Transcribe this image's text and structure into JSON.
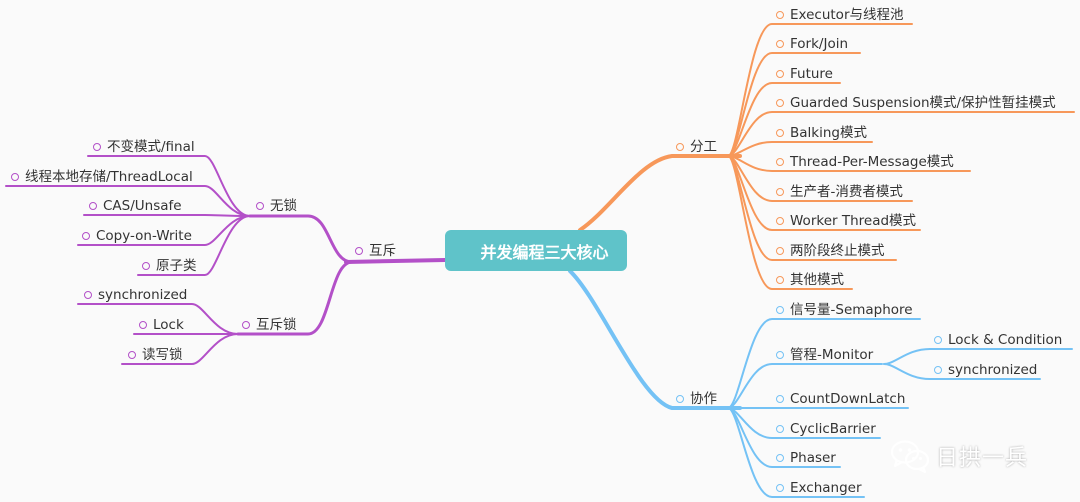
{
  "root": {
    "label": "并发编程三大核心"
  },
  "colors": {
    "orange": "#f7985a",
    "blue": "#74c2f5",
    "purple": "#b350c8",
    "root": "#5fc3c9"
  },
  "branches": {
    "fengong": {
      "label": "分工",
      "children": [
        "Executor与线程池",
        "Fork/Join",
        "Future",
        "Guarded Suspension模式/保护性暂挂模式",
        "Balking模式",
        "Thread-Per-Message模式",
        "生产者-消费者模式",
        "Worker Thread模式",
        "两阶段终止模式",
        "其他模式"
      ]
    },
    "xiezuo": {
      "label": "协作",
      "children": [
        {
          "label": "信号量-Semaphore"
        },
        {
          "label": "管程-Monitor",
          "children": [
            "Lock & Condition",
            "synchronized"
          ]
        },
        {
          "label": "CountDownLatch"
        },
        {
          "label": "CyclicBarrier"
        },
        {
          "label": "Phaser"
        },
        {
          "label": "Exchanger"
        }
      ]
    },
    "huchi": {
      "label": "互斥",
      "wusuo": {
        "label": "无锁",
        "children": [
          "不变模式/final",
          "线程本地存储/ThreadLocal",
          "CAS/Unsafe",
          "Copy-on-Write",
          "原子类"
        ]
      },
      "huchisuo": {
        "label": "互斥锁",
        "children": [
          "synchronized",
          "Lock",
          "读写锁"
        ]
      }
    }
  },
  "watermark": {
    "label": "日拱一兵",
    "icon": "wechat-icon"
  }
}
